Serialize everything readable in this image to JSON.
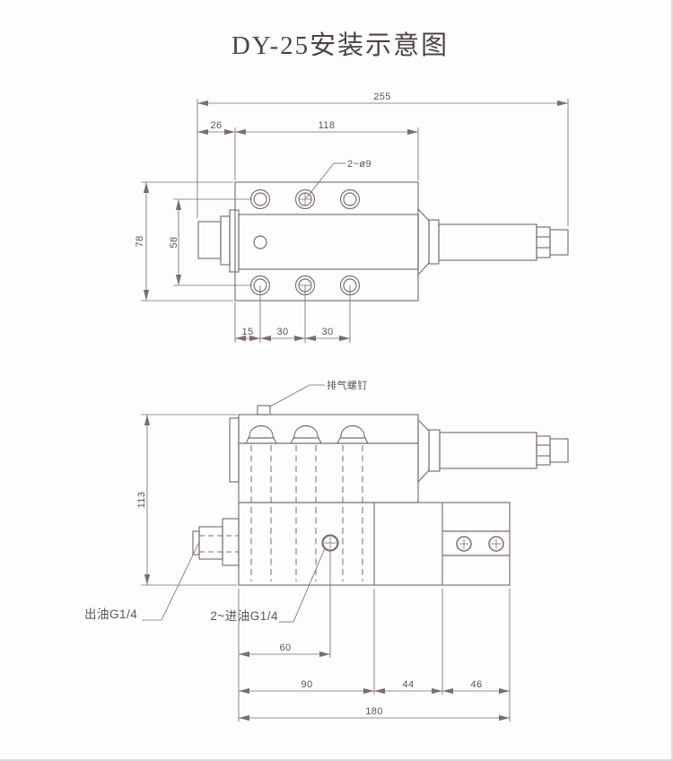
{
  "page": {
    "title": "DY-25安装示意图",
    "background": "#fdfdfd",
    "line_color": "#7b6d6d",
    "text_color": "#5e5353",
    "title_color": "#4c4343"
  },
  "top_view": {
    "dims": {
      "overall_length": "255",
      "left_offset": "26",
      "plate_length": "118",
      "plate_height": "78",
      "hole_row_spacing": "58",
      "first_hole_offset": "15",
      "hole_pitch_a": "30",
      "hole_pitch_b": "30"
    },
    "callouts": {
      "mounting_holes": "2~ø9"
    }
  },
  "front_view": {
    "dims": {
      "overall_height": "113",
      "inlet_offset": "60",
      "body_segment": "90",
      "middle_segment": "44",
      "end_segment": "46",
      "overall_length": "180"
    },
    "callouts": {
      "vent_screw": "排气螺钉",
      "outlet_port": "出油G1/4",
      "inlet_ports": "2~进油G1/4"
    }
  }
}
